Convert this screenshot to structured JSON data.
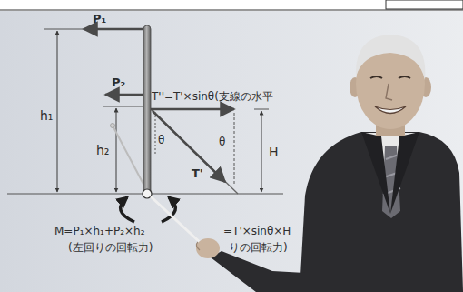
{
  "diagram": {
    "labels": [
      "P₁",
      "P₂",
      "T''=T'×sinθ(支線の水平",
      "h₁",
      "h₂",
      "θ",
      "θ",
      "T'",
      "H",
      "M=P₁×h₁+P₂×h₂",
      "(左回りの回転力)",
      "=T'×sinθ×H",
      "りの回転力)"
    ]
  }
}
